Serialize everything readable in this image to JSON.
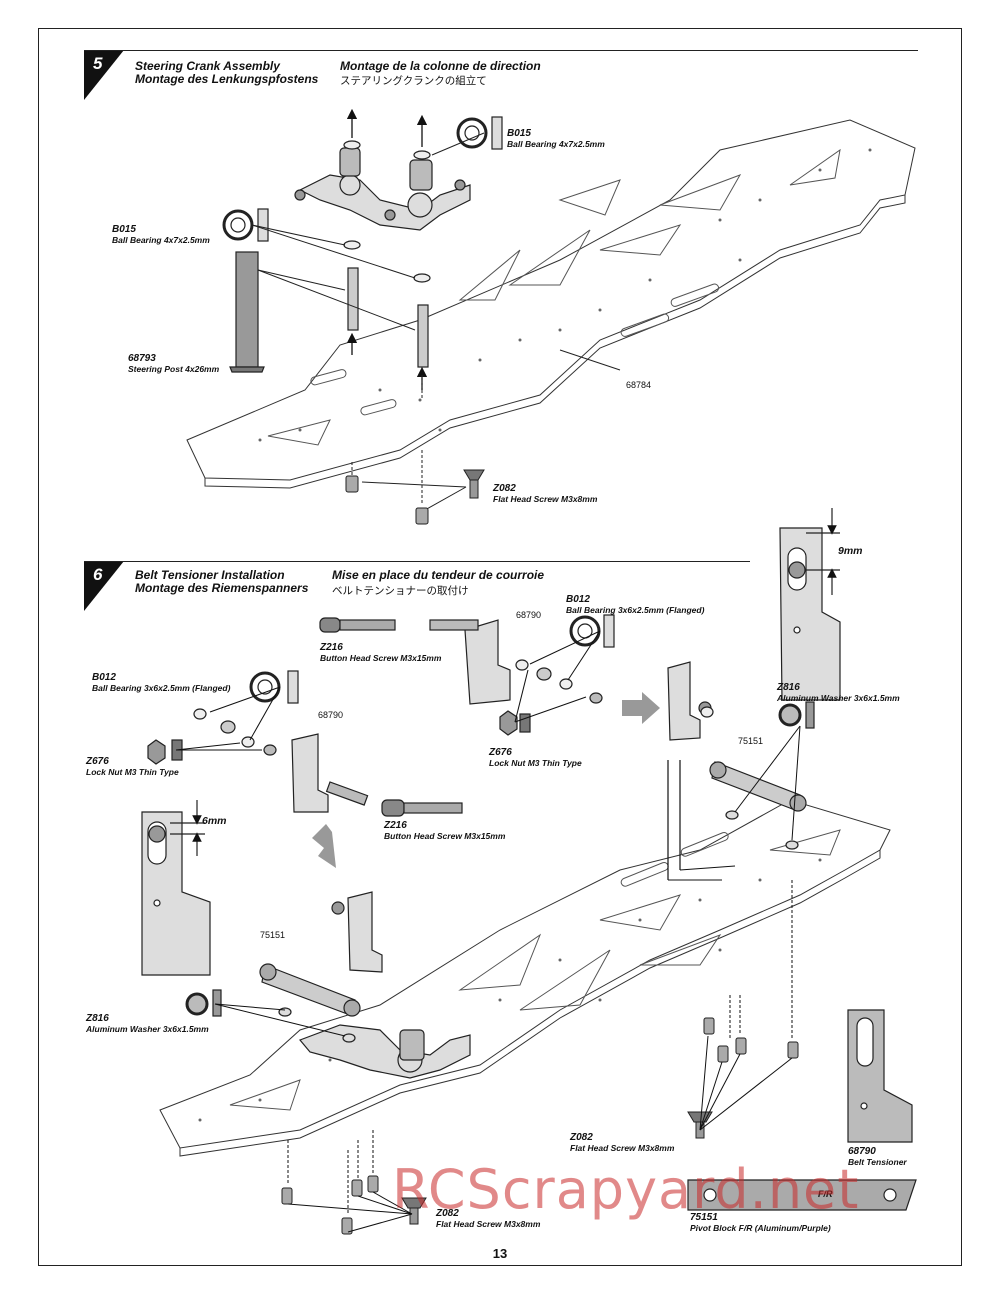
{
  "page_number": "13",
  "watermark": "RCScrapyard.net",
  "step5": {
    "number": "5",
    "title_en": "Steering Crank Assembly",
    "title_fr": "Montage de la colonne de direction",
    "title_de": "Montage des Lenkungspfostens",
    "title_jp": "ステアリングクランクの組立て",
    "parts": {
      "b015_top": {
        "code": "B015",
        "desc": "Ball Bearing 4x7x2.5mm"
      },
      "b015_left": {
        "code": "B015",
        "desc": "Ball Bearing 4x7x2.5mm"
      },
      "post": {
        "code": "68793",
        "desc": "Steering Post 4x26mm"
      },
      "z082": {
        "code": "Z082",
        "desc": "Flat Head Screw M3x8mm"
      }
    },
    "chassis_label": "68784"
  },
  "step6": {
    "number": "6",
    "title_en": "Belt Tensioner Installation",
    "title_fr": "Mise en place du tendeur de courroie",
    "title_de": "Montage des Riemenspanners",
    "title_jp": "ベルトテンショナーの取付け",
    "parts": {
      "z216_top": {
        "code": "Z216",
        "desc": "Button Head Screw M3x15mm"
      },
      "b012_top": {
        "code": "B012",
        "desc": "Ball Bearing 3x6x2.5mm (Flanged)"
      },
      "z676_top": {
        "code": "Z676",
        "desc": "Lock Nut M3 Thin Type"
      },
      "b012_left": {
        "code": "B012",
        "desc": "Ball Bearing 3x6x2.5mm (Flanged)"
      },
      "z676_left": {
        "code": "Z676",
        "desc": "Lock Nut M3 Thin Type"
      },
      "z216_mid": {
        "code": "Z216",
        "desc": "Button Head Screw M3x15mm"
      },
      "z816_right": {
        "code": "Z816",
        "desc": "Aluminum Washer 3x6x1.5mm"
      },
      "z816_left": {
        "code": "Z816",
        "desc": "Aluminum Washer 3x6x1.5mm"
      },
      "z082_right": {
        "code": "Z082",
        "desc": "Flat Head Screw M3x8mm"
      },
      "z082_bottom": {
        "code": "Z082",
        "desc": "Flat Head Screw M3x8mm"
      },
      "tensioner": {
        "code": "68790",
        "desc": "Belt Tensioner"
      },
      "pivot": {
        "code": "75151",
        "desc": "Pivot Block F/R (Aluminum/Purple)"
      }
    },
    "labels": {
      "tensioner_top": "68790",
      "tensioner_left": "68790",
      "pivot_right": "75151",
      "pivot_left": "75151",
      "dim_9mm": "9mm",
      "dim_6mm": "6mm",
      "pivot_mark": "F/R"
    }
  }
}
